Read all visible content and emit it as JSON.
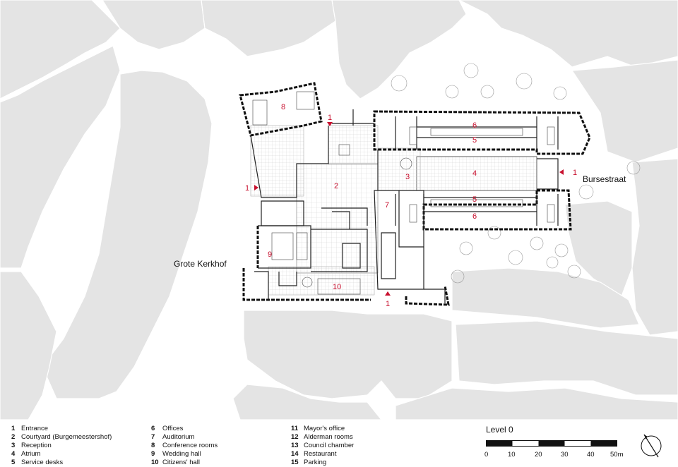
{
  "plan": {
    "colors": {
      "building": "#e4e4e4",
      "outline": "#111111",
      "accent": "#c8102e",
      "grid": "#cfcfcf"
    },
    "street_labels": {
      "grote_kerkhof": "Grote Kerkhof",
      "bursestraat": "Bursestraat"
    },
    "room_numbers": [
      "8",
      "1",
      "6",
      "5",
      "4",
      "3",
      "2",
      "1",
      "1",
      "7",
      "5",
      "6",
      "9",
      "10",
      "1"
    ]
  },
  "legend": {
    "col1": [
      {
        "num": "1",
        "label": "Entrance"
      },
      {
        "num": "2",
        "label": "Courtyard (Burgemeestershof)"
      },
      {
        "num": "3",
        "label": "Reception"
      },
      {
        "num": "4",
        "label": "Atrium"
      },
      {
        "num": "5",
        "label": "Service desks"
      }
    ],
    "col2": [
      {
        "num": "6",
        "label": "Offices"
      },
      {
        "num": "7",
        "label": "Auditorium"
      },
      {
        "num": "8",
        "label": "Conference rooms"
      },
      {
        "num": "9",
        "label": "Wedding hall"
      },
      {
        "num": "10",
        "label": "Citizens' hall"
      }
    ],
    "col3": [
      {
        "num": "11",
        "label": "Mayor's office"
      },
      {
        "num": "12",
        "label": "Alderman rooms"
      },
      {
        "num": "13",
        "label": "Council chamber"
      },
      {
        "num": "14",
        "label": "Restaurant"
      },
      {
        "num": "15",
        "label": "Parking"
      }
    ]
  },
  "level": {
    "title": "Level 0",
    "scale_ticks": [
      "0",
      "10",
      "20",
      "30",
      "40",
      "50m"
    ]
  },
  "north_icon": "north-arrow-icon"
}
